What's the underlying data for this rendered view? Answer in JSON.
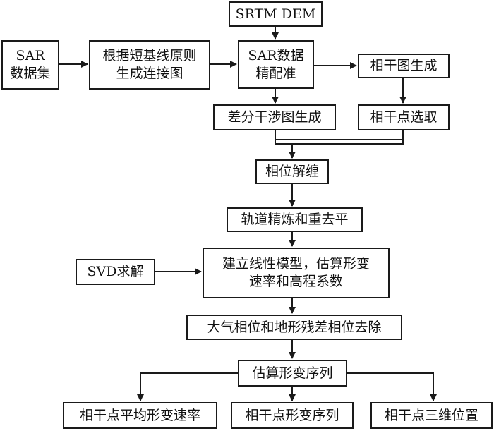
{
  "nodes": {
    "srtm_dem": "SRTM DEM",
    "sar_dataset": "SAR\n数据集",
    "sbas_graph": "根据短基线原则\n生成连接图",
    "sar_coreg": "SAR数据\n精配准",
    "coherence_map": "相干图生成",
    "diff_interferogram": "差分干涉图生成",
    "coherent_point_select": "相干点选取",
    "phase_unwrap": "相位解缠",
    "orbit_refine": "轨道精炼和重去平",
    "svd_solve": "SVD求解",
    "linear_model": "建立线性模型，估算形变\n速率和高程系数",
    "atmo_removal": "大气相位和地形残差相位去除",
    "estimate_series": "估算形变序列",
    "mean_velocity": "相干点平均形变速率",
    "deformation_series": "相干点形变序列",
    "position_3d": "相干点三维位置"
  }
}
